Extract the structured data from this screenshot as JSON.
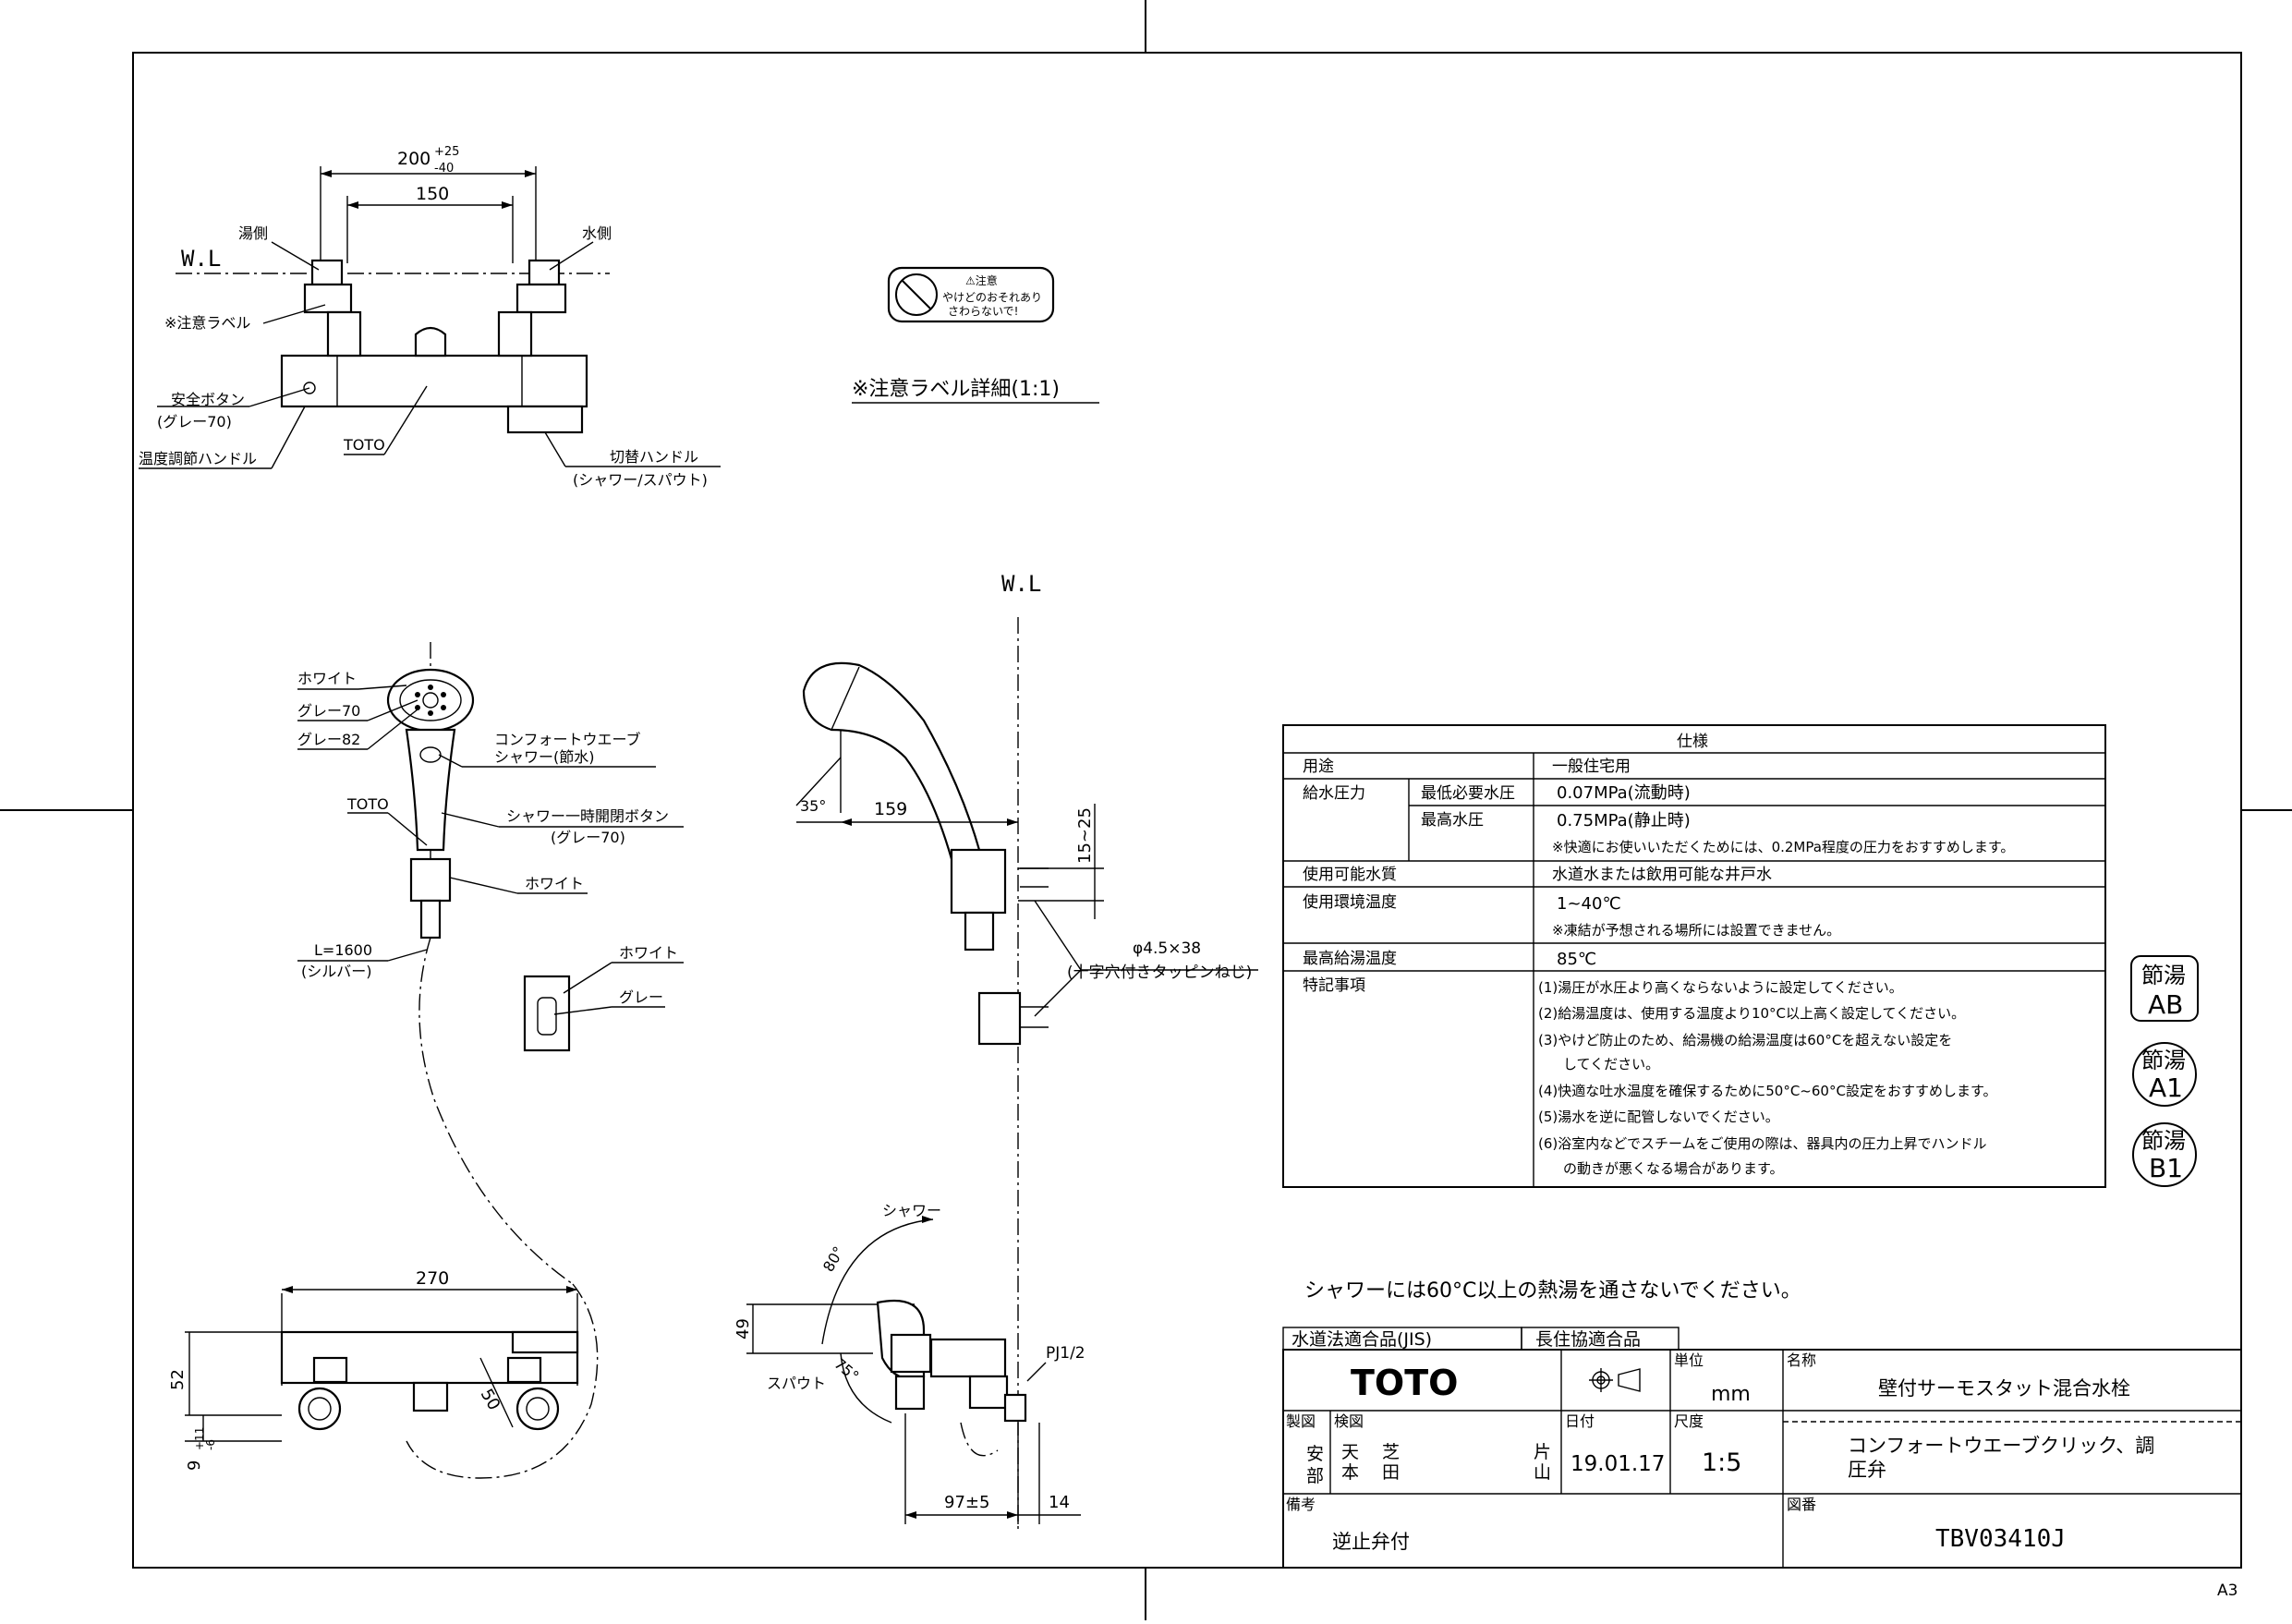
{
  "drawing": {
    "top_view": {
      "dim_overall": "200",
      "dim_overall_tol_plus": "+25",
      "dim_overall_tol_minus": "-40",
      "dim_pitch": "150",
      "wl": "W.L",
      "hot_side": "湯側",
      "cold_side": "水側",
      "caution_label": "※注意ラベル",
      "safety_button_1": "安全ボタン",
      "safety_button_2": "(グレー70)",
      "toto": "TOTO",
      "temp_handle": "温度調節ハンドル",
      "switch_handle_1": "切替ハンドル",
      "switch_handle_2": "(シャワー/スパウト)"
    },
    "caution_label_detail": {
      "title": "⚠注意",
      "line1": "やけどのおそれあり",
      "line2": "さわらないで!",
      "caption": "※注意ラベル詳細(1:1)"
    },
    "shower_front": {
      "white": "ホワイト",
      "grey70": "グレー70",
      "grey82": "グレー82",
      "comfort_1": "コンフォートウエーブ",
      "comfort_2": "シャワー(節水)",
      "toto": "TOTO",
      "stop_button_1": "シャワー一時開閉ボタン",
      "stop_button_2": "(グレー70)",
      "white2": "ホワイト",
      "hose_1": "L=1600",
      "hose_2": "(シルバー)",
      "holder_white": "ホワイト",
      "holder_grey": "グレー"
    },
    "shower_side": {
      "wl": "W.L",
      "angle": "35°",
      "dim_159": "159",
      "dim_15_25": "15~25",
      "screw_1": "φ4.5×38",
      "screw_2": "(十字穴付きタッピンねじ)"
    },
    "faucet_front": {
      "dim_270": "270",
      "dim_52": "52",
      "dim_9": "9",
      "dim_9_tol_plus": "+11",
      "dim_9_tol_minus": "-6",
      "dim_50": "50"
    },
    "faucet_side": {
      "shower": "シャワー",
      "angle_80": "80°",
      "dim_49": "49",
      "spout": "スパウト",
      "angle_75": "75°",
      "pj": "PJ1/2",
      "dim_97": "97±5",
      "dim_14": "14"
    }
  },
  "spec_table": {
    "title": "仕様",
    "rows": {
      "usage_label": "用途",
      "usage_value": "一般住宅用",
      "pressure_label": "給水圧力",
      "min_label": "最低必要水圧",
      "min_value": "0.07MPa(流動時)",
      "max_label": "最高水圧",
      "max_value": "0.75MPa(静止時)",
      "pressure_note": "※快適にお使いいただくためには、0.2MPa程度の圧力をおすすめします。",
      "water_label": "使用可能水質",
      "water_value": "水道水または飲用可能な井戸水",
      "env_label": "使用環境温度",
      "env_value": "1~40℃",
      "env_note": "※凍結が予想される場所には設置できません。",
      "hot_label": "最高給湯温度",
      "hot_value": "85℃",
      "notes_label": "特記事項",
      "note1": "(1)湯圧が水圧より高くならないように設定してください。",
      "note2": "(2)給湯温度は、使用する温度より10°C以上高く設定してください。",
      "note3a": "(3)やけど防止のため、給湯機の給湯温度は60°Cを超えない設定を",
      "note3b": "してください。",
      "note4": "(4)快適な吐水温度を確保するために50°C~60°C設定をおすすめします。",
      "note5": "(5)湯水を逆に配管しないでください。",
      "note6a": "(6)浴室内などでスチームをご使用の際は、器具内の圧力上昇でハンドル",
      "note6b": "の動きが悪くなる場合があります。"
    }
  },
  "badges": [
    {
      "top": "節湯",
      "bottom": "AB"
    },
    {
      "top": "節湯",
      "bottom": "A1"
    },
    {
      "top": "節湯",
      "bottom": "B1"
    }
  ],
  "warning_text": "シャワーには60°C以上の熱湯を通さないでください。",
  "title_block": {
    "jis": "水道法適合品(JIS)",
    "choseikyo": "長住協適合品",
    "brand": "TOTO",
    "unit_label": "単位",
    "unit_value": "mm",
    "name_label": "名称",
    "name_line1": "壁付サーモスタット混合水栓",
    "name_line2": "コンフォートウエーブクリック、調",
    "name_line3": "圧弁",
    "drawn_label": "製図",
    "drawn_value_1": "安",
    "drawn_value_2": "部",
    "checked_label": "検図",
    "checked_1a": "天",
    "checked_1b": "本",
    "checked_2a": "芝",
    "checked_2b": "田",
    "checked_3a": "片",
    "checked_3b": "山",
    "date_label": "日付",
    "date_value": "19.01.17",
    "scale_label": "尺度",
    "scale_value": "1:5",
    "remarks_label": "備考",
    "remarks_value": "逆止弁付",
    "drawing_no_label": "図番",
    "drawing_no_value": "TBV03410J"
  },
  "sheet_size": "A3"
}
